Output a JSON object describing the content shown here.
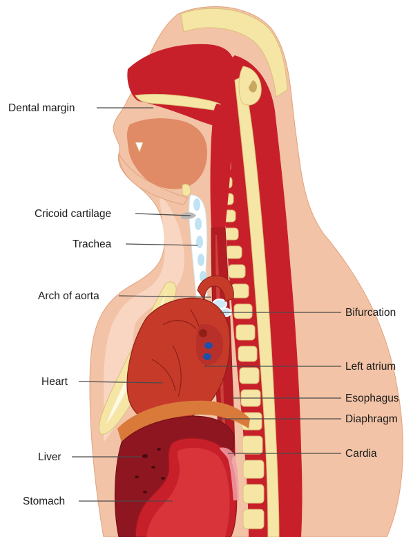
{
  "labels": {
    "dental_margin": "Dental margin",
    "cricoid_cartilage": "Cricoid cartilage",
    "trachea": "Trachea",
    "arch_of_aorta": "Arch of aorta",
    "heart": "Heart",
    "liver": "Liver",
    "stomach": "Stomach",
    "bifurcation": "Bifurcation",
    "left_atrium": "Left atrium",
    "esophagus": "Esophagus",
    "diaphragm": "Diaphragm",
    "cardia": "Cardia"
  },
  "colors": {
    "skin": "#f2c3a6",
    "skin_dark": "#e7a985",
    "muscle": "#c8202a",
    "muscle_dark": "#9e1820",
    "bone": "#f6e6a6",
    "bone_edge": "#d9c07a",
    "tissue_light": "#f7dccb",
    "airway": "#ffffff",
    "ring": "#bfe3f3",
    "heart": "#c63a2a",
    "heart_dark": "#8e1f17",
    "vein": "#1f4fa8",
    "liver": "#8e1620",
    "stomach": "#c8202a",
    "diaphragm": "#d97a3a",
    "leader": "#4a4a4a"
  }
}
